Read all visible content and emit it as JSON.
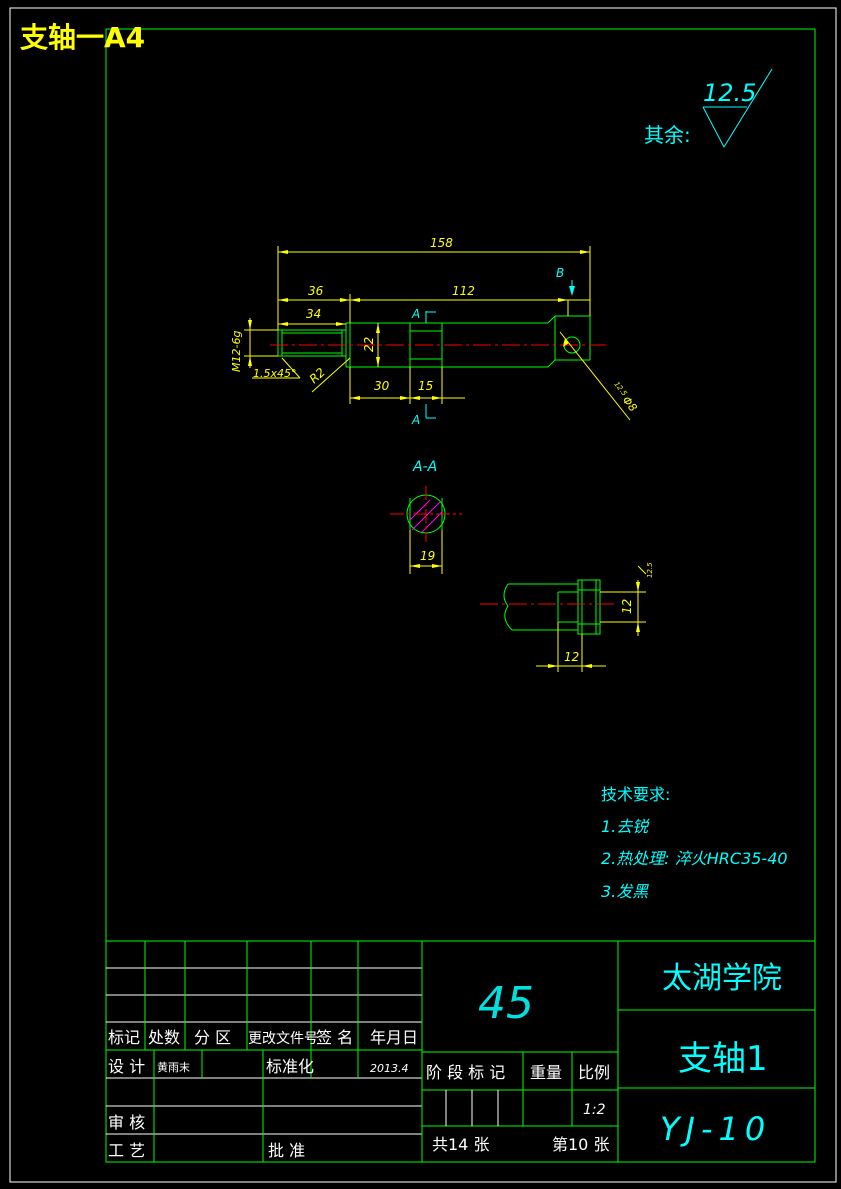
{
  "sheet_title": "支轴一A4",
  "roughness": {
    "label": "其余:",
    "value": "12.5"
  },
  "dims": {
    "overall": "158",
    "left_len": "36",
    "right_len": "112",
    "thread_len": "34",
    "thread": "M12-6g",
    "chamfer": "1.5x45°",
    "fillet": "R2",
    "height": "22",
    "pos30": "30",
    "pos15": "15",
    "hole": "Φ8",
    "hole_rough": "12.5",
    "view_b": "B"
  },
  "section": {
    "label": "A-A",
    "cut_top": "A",
    "cut_bottom": "A",
    "width": "19"
  },
  "detail": {
    "height": "12",
    "width": "12",
    "rough": "12.5"
  },
  "tech": {
    "title": "技术要求:",
    "items": [
      "1.去锐",
      "2.热处理: 淬火HRC35-40",
      "3.发黑"
    ]
  },
  "title_block": {
    "material": "45",
    "school": "太湖学院",
    "part_name": "支轴1",
    "drawing_no": "YJ-10",
    "headers": [
      "标记",
      "处数",
      "分 区",
      "更改文件号",
      "签 名",
      "年月日"
    ],
    "design_label": "设 计",
    "designer": "黄雨末",
    "std_label": "标准化",
    "date": "2013.4",
    "stage_label": "阶 段 标 记",
    "weight_label": "重量",
    "scale_label": "比例",
    "scale": "1:2",
    "review_label": "审 核",
    "process_label": "工 艺",
    "approve_label": "批 准",
    "total_sheets": "共14 张",
    "sheet_no": "第10 张"
  }
}
